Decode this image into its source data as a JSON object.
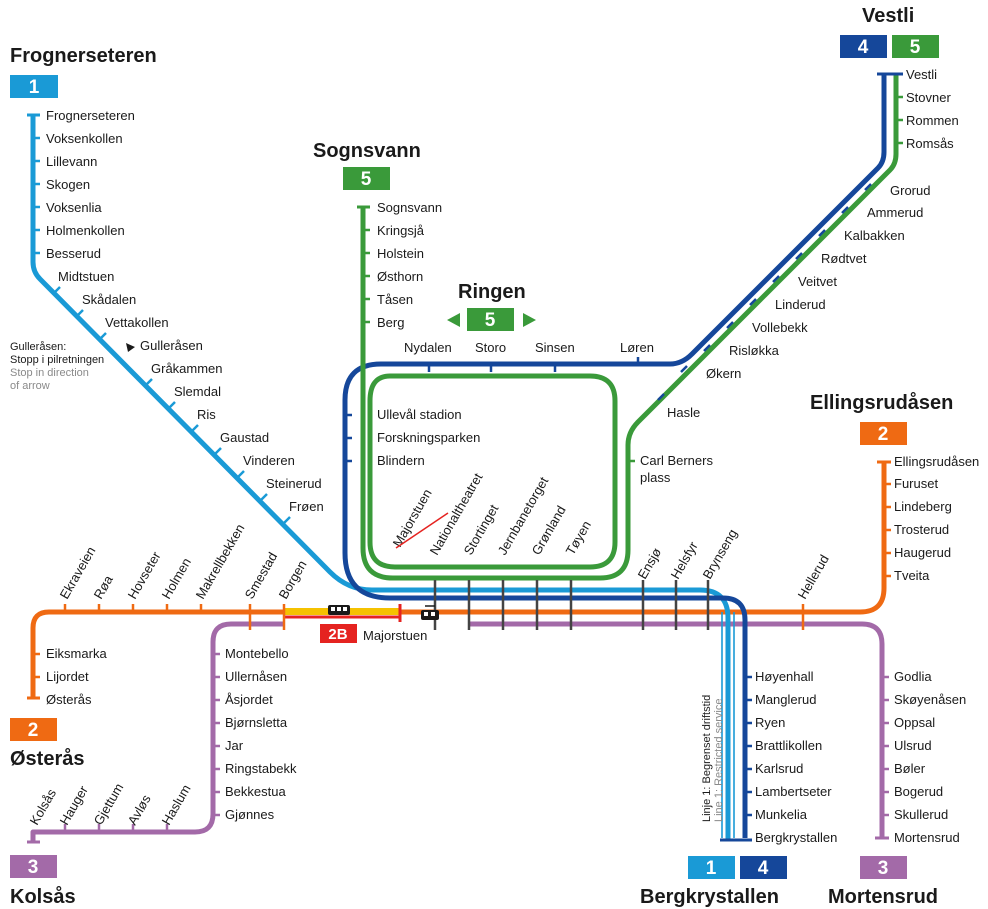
{
  "colors": {
    "line1": "#1a9ad6",
    "line2": "#ef6a13",
    "line3": "#a36aa8",
    "line4": "#15479a",
    "line5": "#3a9a3a",
    "line2b": "#e52320"
  },
  "terminals": {
    "frognerseteren": "Frognerseteren",
    "vestli": "Vestli",
    "sognsvann": "Sognsvann",
    "ringen": "Ringen",
    "ellingsrudasen": "Ellingsrudåsen",
    "osteras": "Østerås",
    "kolsas": "Kolsås",
    "bergkrystallen": "Bergkrystallen",
    "mortensrud": "Mortensrud"
  },
  "badges": {
    "b1": "1",
    "b2": "2",
    "b3": "3",
    "b4": "4",
    "b5": "5",
    "b2b": "2B"
  },
  "notes": {
    "gulleraasen_1": "Gulleråsen:",
    "gulleraasen_2": "Stopp i pilretningen",
    "gulleraasen_3": "Stop in direction",
    "gulleraasen_4": "of arrow",
    "restricted_1": "Linje 1: Begrenset driftstid",
    "restricted_2": "Line 1: Restricted service"
  },
  "stations": {
    "line1_west": [
      "Frognerseteren",
      "Voksenkollen",
      "Lillevann",
      "Skogen",
      "Voksenlia",
      "Holmenkollen",
      "Besserud"
    ],
    "line1_diag": [
      "Midtstuen",
      "Skådalen",
      "Vettakollen",
      "Gulleråsen",
      "Gråkammen",
      "Slemdal",
      "Ris",
      "Gaustad",
      "Vinderen",
      "Steinerud",
      "Frøen"
    ],
    "sognsvann": [
      "Sognsvann",
      "Kringsjå",
      "Holstein",
      "Østhorn",
      "Tåsen",
      "Berg"
    ],
    "ring_top": [
      "Nydalen",
      "Storo",
      "Sinsen",
      "Løren"
    ],
    "ring_west": [
      "Ullevål stadion",
      "Forskningsparken",
      "Blindern"
    ],
    "carl_berner": [
      "Carl Berners",
      "plass"
    ],
    "vestli": [
      "Vestli",
      "Stovner",
      "Rommen",
      "Romsås"
    ],
    "grorud_diag": [
      "Grorud",
      "Ammerud",
      "Kalbakken",
      "Rødtvet",
      "Veitvet",
      "Linderud",
      "Vollebekk",
      "Risløkka",
      "Økern",
      "Hasle"
    ],
    "center": [
      "Majorstuen",
      "Nationaltheatret",
      "Stortinget",
      "Jernbanetorget",
      "Grønland",
      "Tøyen",
      "Ensjø",
      "Helsfyr",
      "Brynseng"
    ],
    "hellerud": "Hellerud",
    "ellingsrud": [
      "Ellingsrudåsen",
      "Furuset",
      "Lindeberg",
      "Trosterud",
      "Haugerud",
      "Tveita"
    ],
    "west_branch": [
      "Ekraveien",
      "Røa",
      "Hovseter",
      "Holmen",
      "Makrellbekken",
      "Smestad",
      "Borgen"
    ],
    "osteras": [
      "Eiksmarka",
      "Lijordet",
      "Østerås"
    ],
    "kolsas_vert": [
      "Montebello",
      "Ullernåsen",
      "Åsjordet",
      "Bjørnsletta",
      "Jar",
      "Ringstabekk",
      "Bekkestua",
      "Gjønnes"
    ],
    "kolsas_diag": [
      "Kolsås",
      "Hauger",
      "Gjettum",
      "Avløs",
      "Haslum"
    ],
    "bergkrystallen": [
      "Høyenhall",
      "Manglerud",
      "Ryen",
      "Brattlikollen",
      "Karlsrud",
      "Lambertseter",
      "Munkelia",
      "Bergkrystallen"
    ],
    "mortensrud": [
      "Godlia",
      "Skøyenåsen",
      "Oppsal",
      "Ulsrud",
      "Bøler",
      "Bogerud",
      "Skullerud",
      "Mortensrud"
    ]
  }
}
